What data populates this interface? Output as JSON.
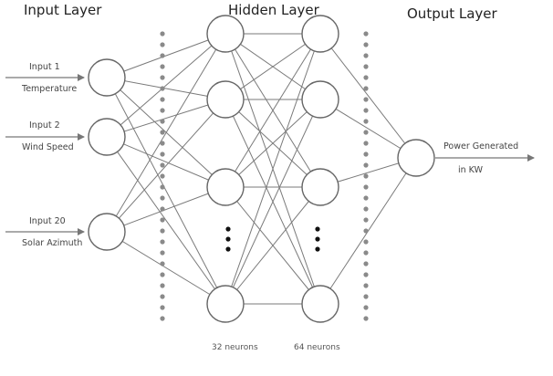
{
  "layers": {
    "input_title": "Input Layer",
    "hidden_title": "Hidden Layer",
    "output_title": "Output Layer"
  },
  "inputs": [
    {
      "name": "Input 1",
      "feature": "Temperature"
    },
    {
      "name": "Input 2",
      "feature": "Wind Speed"
    },
    {
      "name": "Input 20",
      "feature": "Solar Azimuth"
    }
  ],
  "hidden": {
    "layer1_caption": "32 neurons",
    "layer2_caption": "64 neurons"
  },
  "output": {
    "label_line1": "Power Generated",
    "label_line2": "in KW"
  },
  "colors": {
    "edge": "#7a7a7a",
    "neuron_stroke": "#666666",
    "separator_dots": "#8a8a8a",
    "ellipsis": "#111111"
  }
}
